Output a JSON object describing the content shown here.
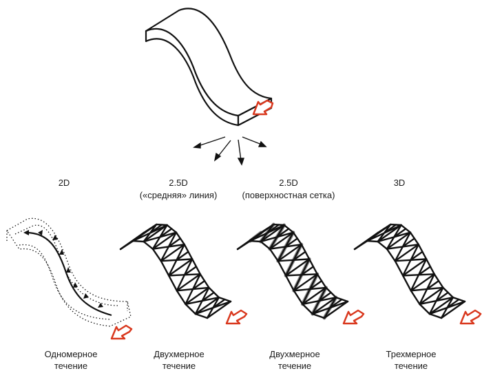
{
  "colors": {
    "stroke": "#111111",
    "arrow": "#d9381e",
    "mesh_shade": "#8a8a8a"
  },
  "panels": [
    {
      "title": "2D",
      "subtitle": "",
      "caption1": "Одномерное",
      "caption2": "течение"
    },
    {
      "title": "2.5D",
      "subtitle": "(«средняя» линия)",
      "caption1": "Двухмерное",
      "caption2": "течение"
    },
    {
      "title": "2.5D",
      "subtitle": "(поверхностная сетка)",
      "caption1": "Двухмерное",
      "caption2": "течение"
    },
    {
      "title": "3D",
      "subtitle": "",
      "caption1": "Трехмерное",
      "caption2": "течение"
    }
  ],
  "icons": [
    "injection-arrow-icon",
    "split-arrows-icon"
  ]
}
